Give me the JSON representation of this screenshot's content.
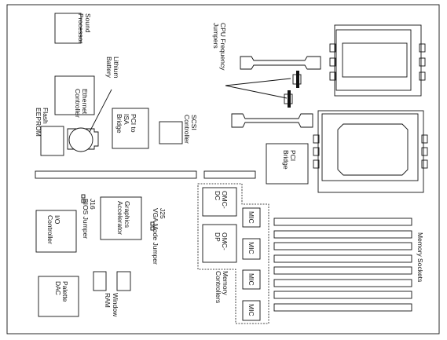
{
  "labels": {
    "sound_processor": [
      "Sound",
      "Processor"
    ],
    "lithium_battery": [
      "Lithium",
      "Battery"
    ],
    "cpu_frequency_jumpers": [
      "CPU Frequency",
      "Jumpers"
    ],
    "ethernet_controller": [
      "Ethernet",
      "Controller"
    ],
    "pci_to_isa_bridge": [
      "PCI to",
      "ISA",
      "Bridge"
    ],
    "scsi_controller": [
      "SCSI",
      "Controller"
    ],
    "flash_eeprom": [
      "Flash",
      "EEPROM"
    ],
    "pci_bridge": [
      "PCI",
      "Bridge"
    ],
    "omc_dc": [
      "OMC-",
      "DC"
    ],
    "omc_dp": [
      "OMC-",
      "DP"
    ],
    "mic": "MIC",
    "j16": "J16",
    "bios_jumper": "BIOS Jumper",
    "graphics_accelerator": [
      "Graphics",
      "Accelerator"
    ],
    "j25": "J25",
    "vga_mode_jumper": "VGA Mode Jumper",
    "io_controller": [
      "I/O",
      "Controller"
    ],
    "memory_sockets": "Memory Sockets",
    "memory_controllers": [
      "Memory",
      "Controllers"
    ],
    "palette_dac": [
      "Palette",
      "DAC"
    ],
    "ram": "RAM",
    "window": "Window"
  }
}
